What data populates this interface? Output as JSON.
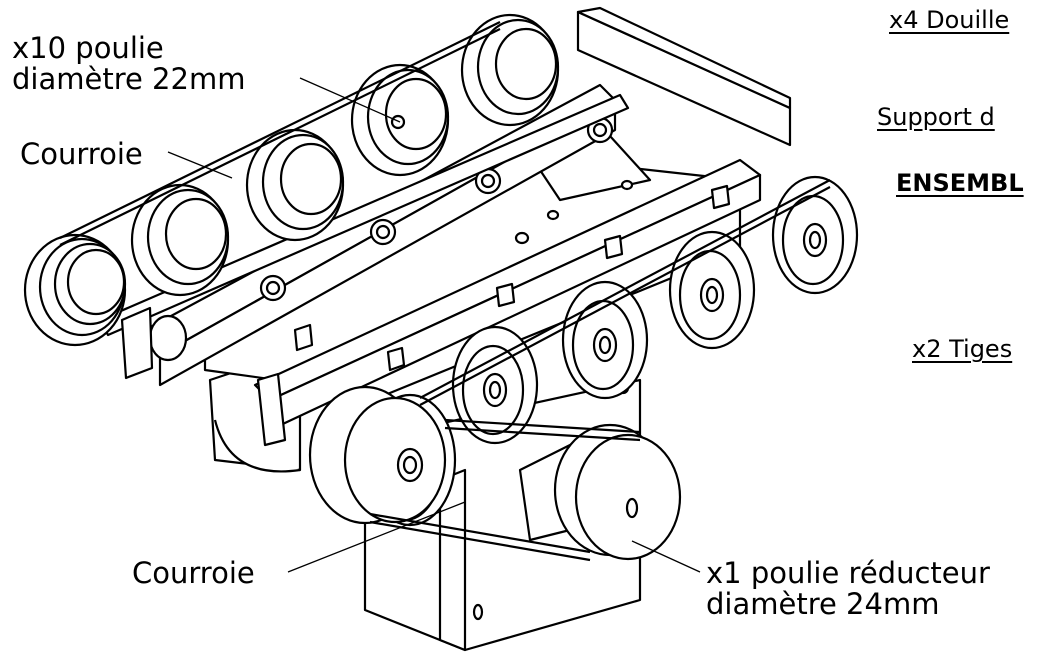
{
  "labels": {
    "poulie_22_line1": "x10 poulie",
    "poulie_22_line2": "diamètre 22mm",
    "courroie_top": "Courroie",
    "courroie_bottom": "Courroie",
    "poulie_24_line1": "x1 poulie réducteur",
    "poulie_24_line2": "diamètre 24mm",
    "douille": "x4 Douille",
    "support": "Support d",
    "ensemble": "ENSEMBL",
    "tiges": "x2 Tiges"
  }
}
